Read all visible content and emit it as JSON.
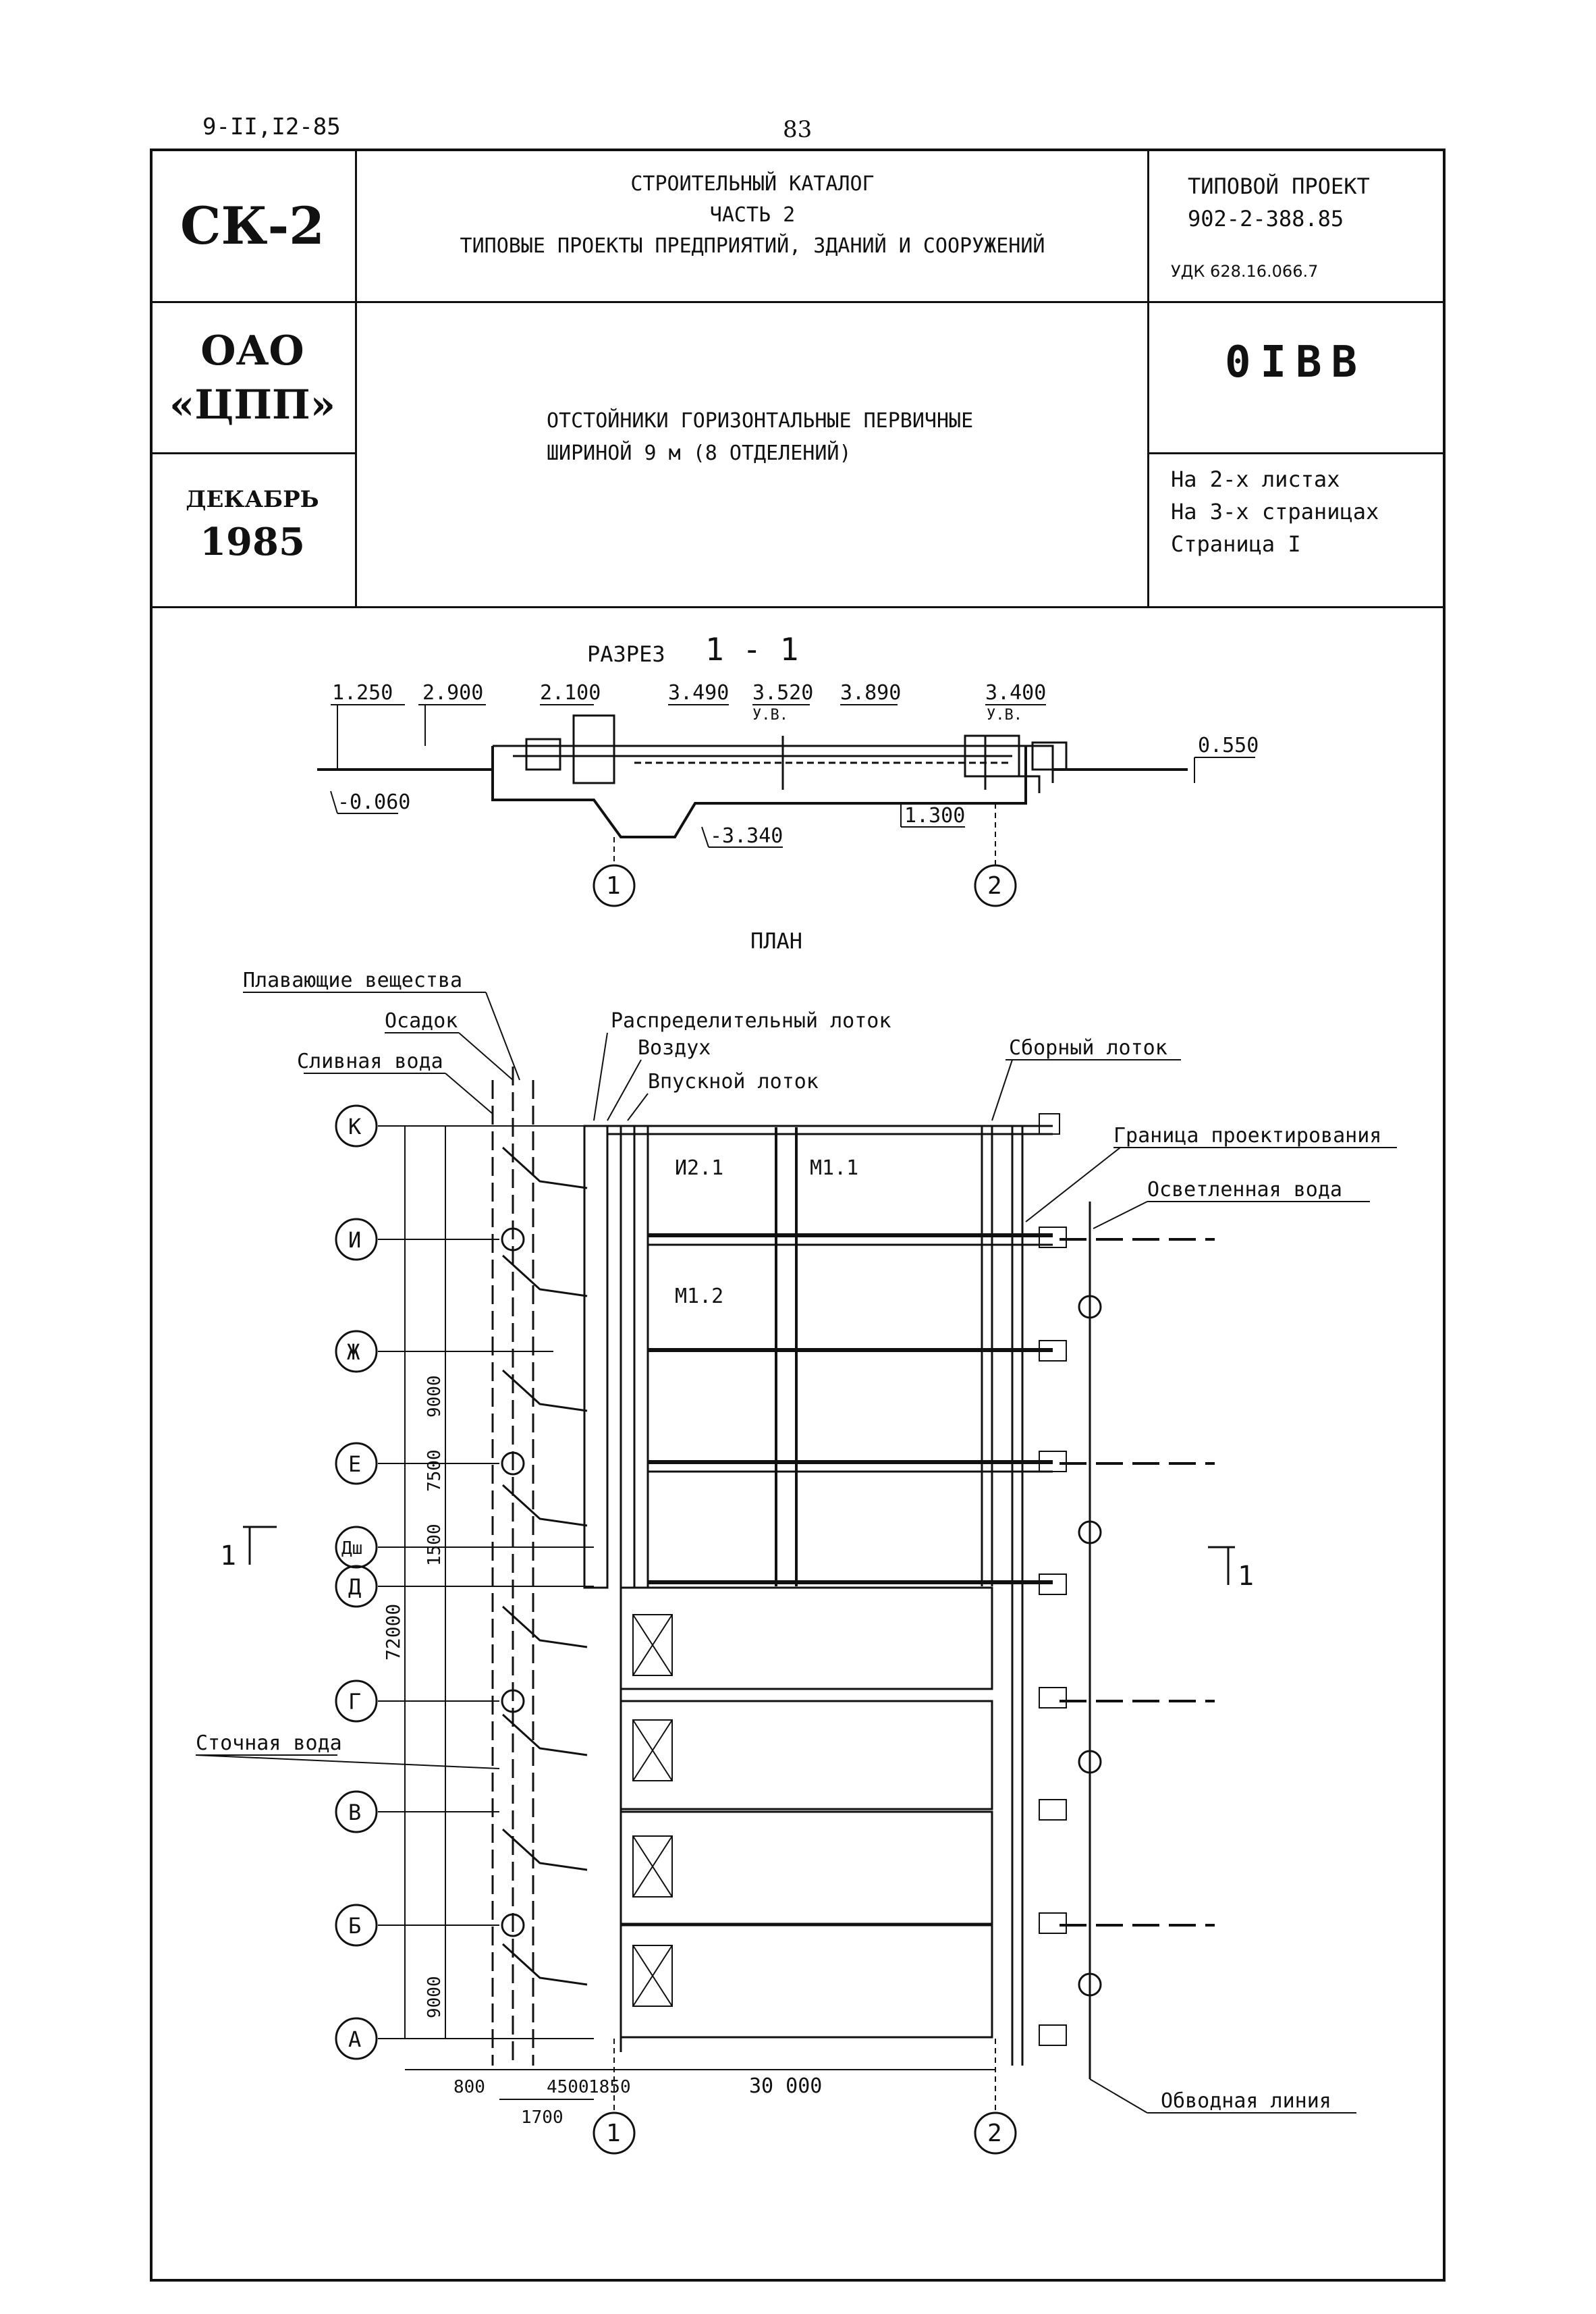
{
  "header": {
    "doc_code": "9-II,I2-85",
    "page_number": "83"
  },
  "title_block": {
    "series": "СК-2",
    "catalog_lines": [
      "СТРОИТЕЛЬНЫЙ КАТАЛОГ",
      "ЧАСТЬ 2",
      "ТИПОВЫЕ ПРОЕКТЫ ПРЕДПРИЯТИЙ, ЗДАНИЙ И СООРУЖЕНИЙ"
    ],
    "project_label": "ТИПОВОЙ ПРОЕКТ",
    "project_number": "902-2-388.85",
    "udk": "УДК 628.16.066.7",
    "org_line1": "ОАО",
    "org_line2": "«ЦПП»",
    "month": "ДЕКАБРЬ",
    "year": "1985",
    "title_line1": "ОТСТОЙНИКИ ГОРИЗОНТАЛЬНЫЕ ПЕРВИЧНЫЕ",
    "title_line2": "ШИРИНОЙ 9 м (8 ОТДЕЛЕНИЙ)",
    "catalog_code": "0IBB",
    "sheets_line1": "На 2-х листах",
    "sheets_line2": "На 3-х страницах",
    "sheets_line3": "Страница I"
  },
  "section": {
    "label": "РАЗРЕЗ",
    "mark": "1 - 1",
    "elevations": [
      "1.250",
      "2.900",
      "2.100",
      "3.490",
      "3.520",
      "3.890",
      "3.400",
      "0.550",
      "-0.060",
      "-3.340",
      "1.300"
    ],
    "water_level_labels": [
      "У.В.",
      "У.В."
    ],
    "axes": [
      "1",
      "2"
    ]
  },
  "plan": {
    "label": "ПЛАН",
    "labels": {
      "floating": "Плавающие вещества",
      "sediment": "Осадок",
      "drain": "Сливная вода",
      "distribution_channel": "Распределительный лоток",
      "air": "Воздух",
      "inlet_channel": "Впускной лоток",
      "collection_channel": "Сборный лоток",
      "design_boundary": "Граница проектирования",
      "clarified_water": "Осветленная вода",
      "wastewater": "Сточная вода",
      "bypass_line": "Обводная линия"
    },
    "marks": [
      "И2.1",
      "М1.1",
      "М1.2"
    ],
    "row_axes": [
      "К",
      "И",
      "Ж",
      "Е",
      "Дш",
      "Д",
      "Г",
      "В",
      "Б",
      "А"
    ],
    "col_axes": [
      "1",
      "2"
    ],
    "dims_vertical": [
      "9000",
      "7500",
      "1500",
      "72000",
      "9000"
    ],
    "dims_horizontal": [
      "800",
      "4500",
      "1850",
      "30 000",
      "1700"
    ],
    "section_marks": [
      "1",
      "1"
    ]
  }
}
